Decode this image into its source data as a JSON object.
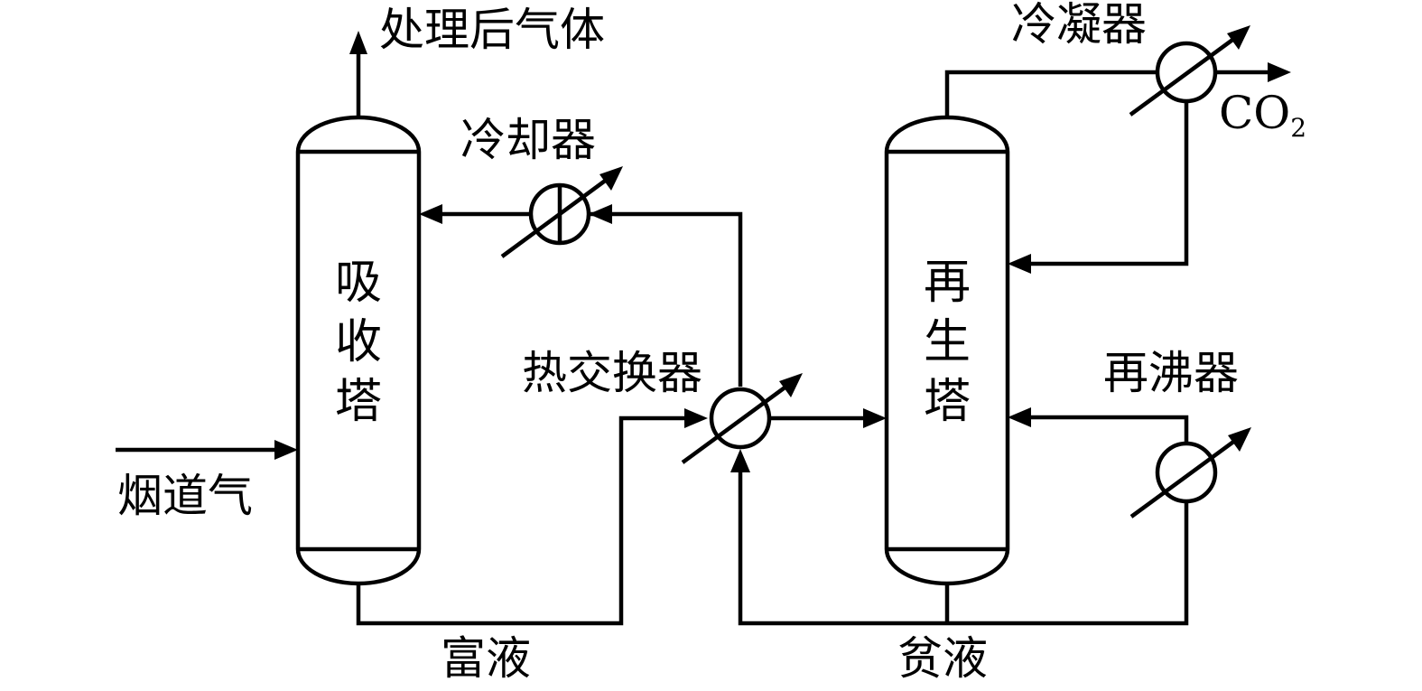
{
  "labels": {
    "treated_gas": "处理后气体",
    "cooler": "冷却器",
    "condenser": "冷凝器",
    "co2_main": "CO",
    "co2_sub": "2",
    "absorber_1": "吸",
    "absorber_2": "收",
    "absorber_3": "塔",
    "regenerator_1": "再",
    "regenerator_2": "生",
    "regenerator_3": "塔",
    "heat_exchanger": "热交换器",
    "reboiler": "再沸器",
    "flue_gas": "烟道气",
    "rich_liquid": "富液",
    "lean_liquid": "贫液"
  }
}
